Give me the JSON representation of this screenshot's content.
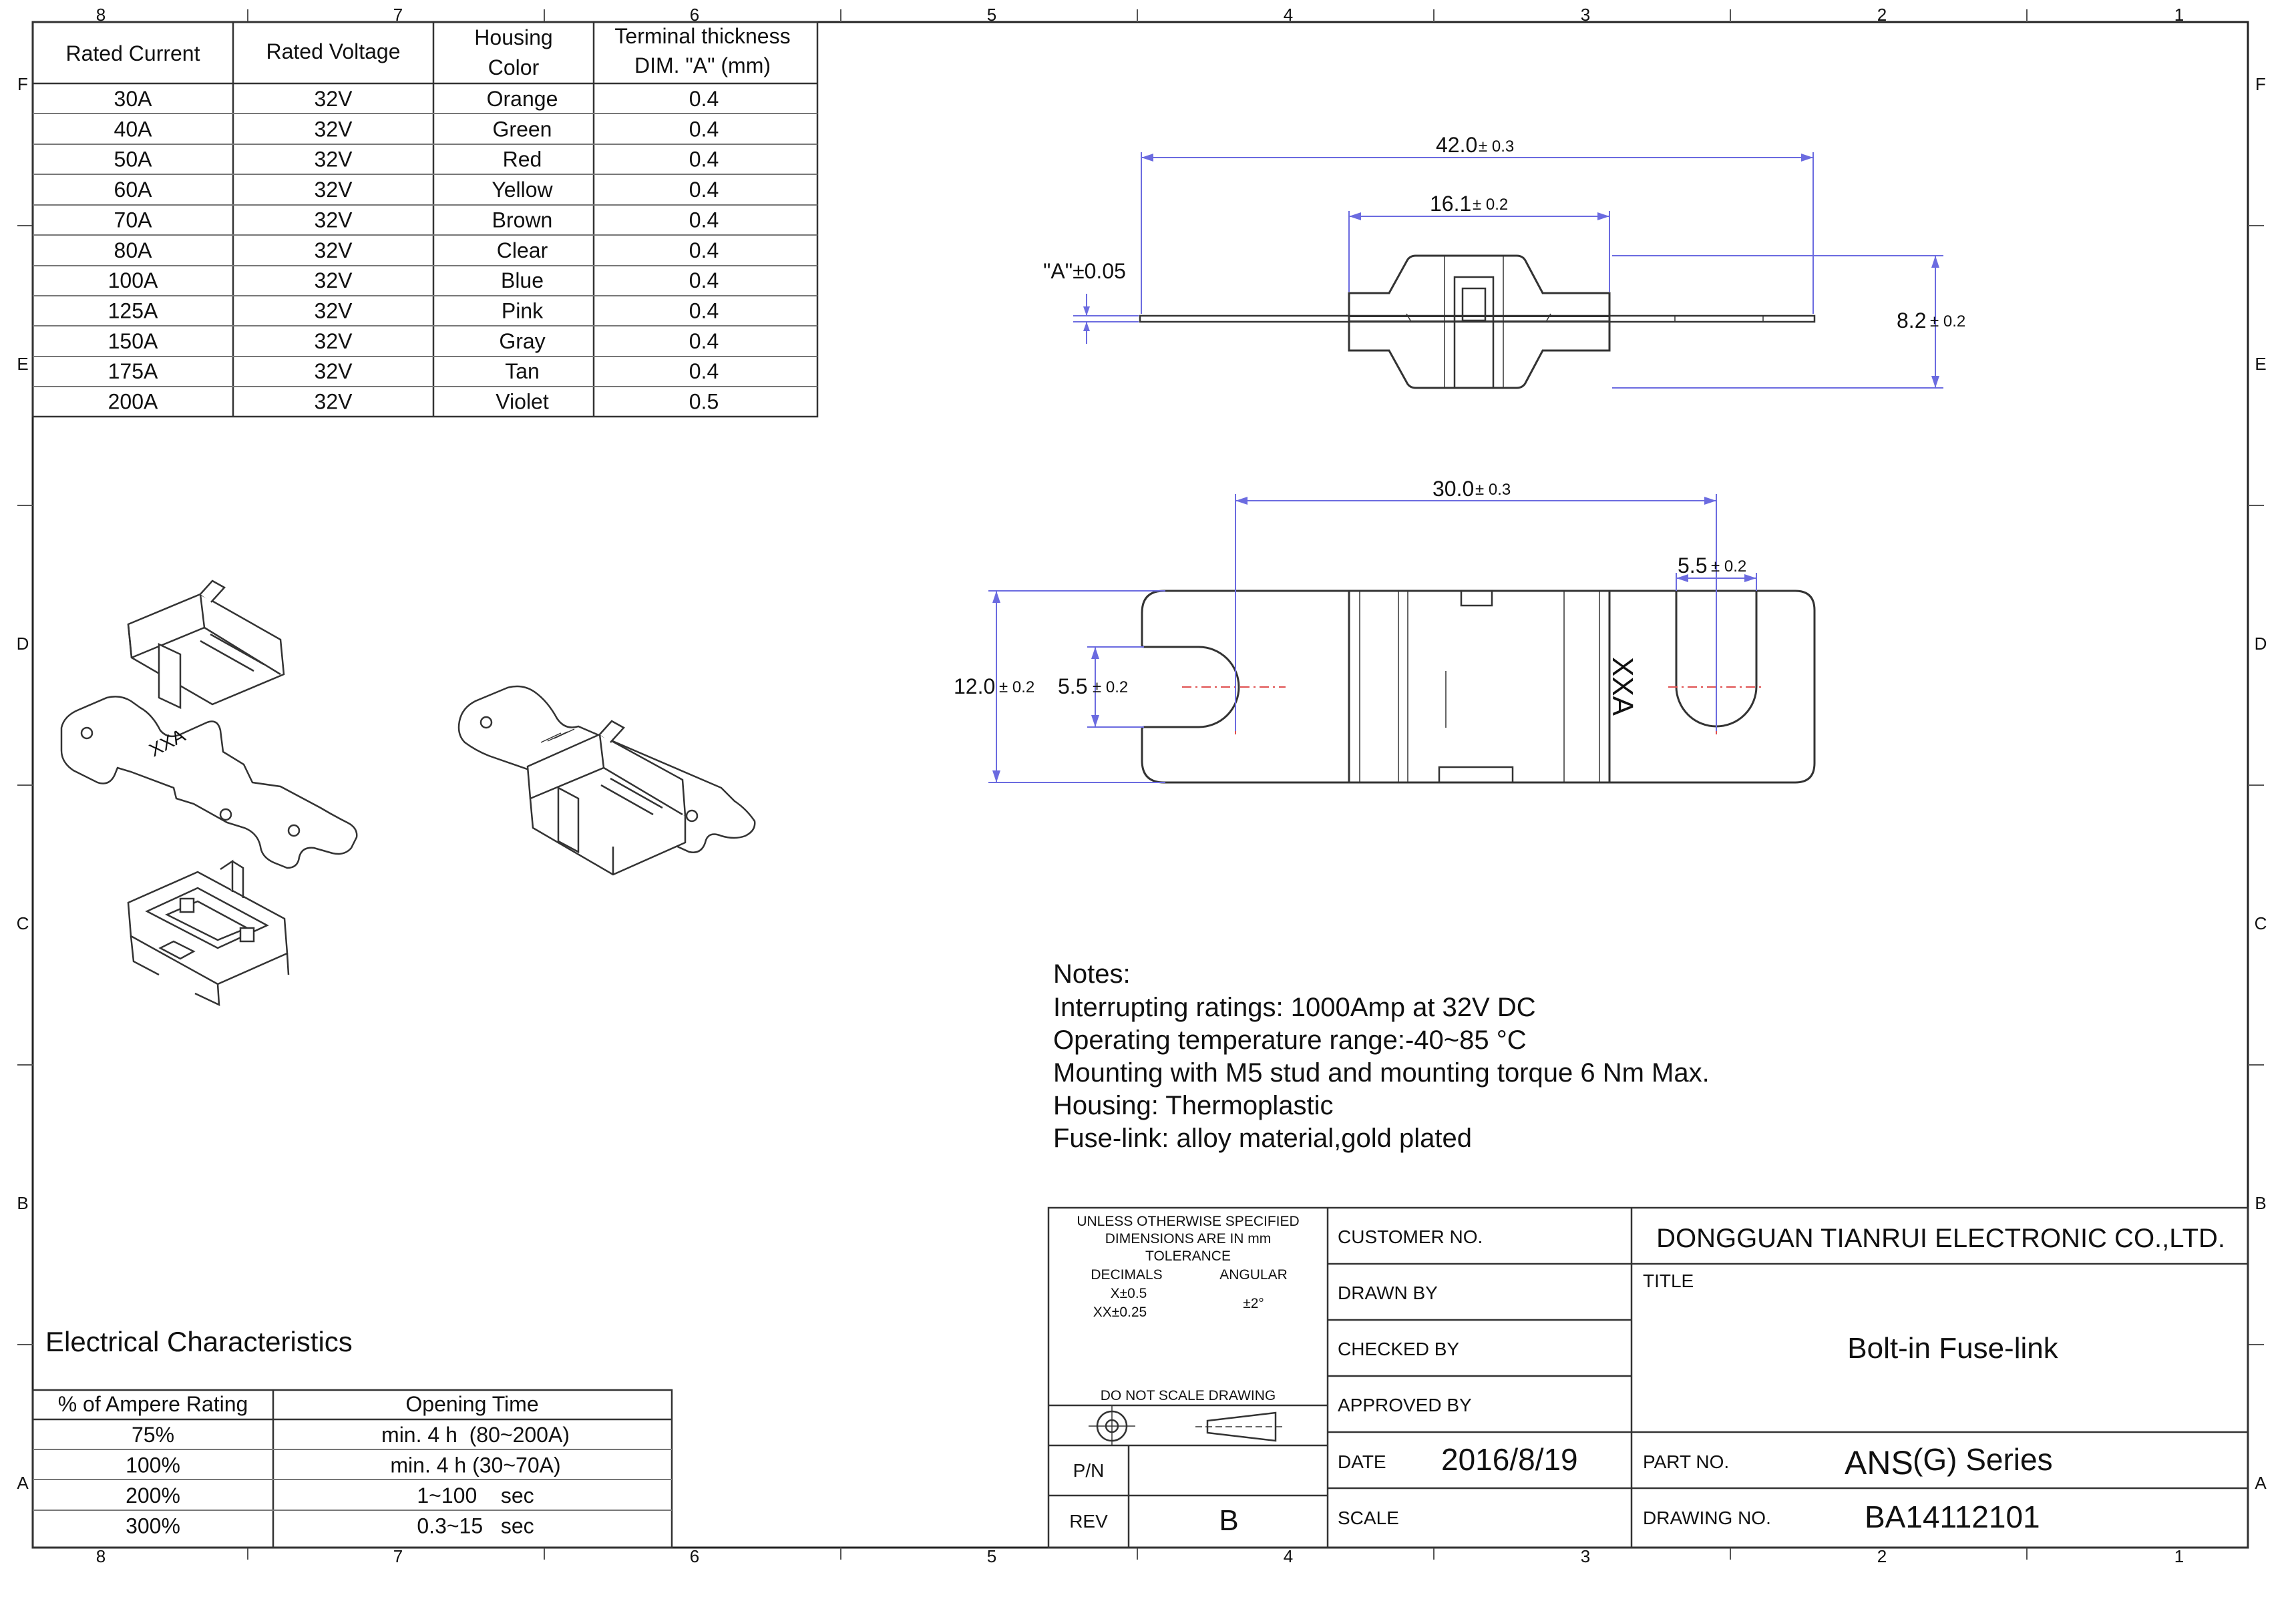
{
  "border": {
    "columns": [
      "8",
      "7",
      "6",
      "5",
      "4",
      "3",
      "2",
      "1"
    ],
    "rows": [
      "F",
      "E",
      "D",
      "C",
      "B",
      "A"
    ]
  },
  "rating_table": {
    "headers": {
      "current": "Rated Current",
      "voltage": "Rated Voltage",
      "color_l1": "Housing",
      "color_l2": "Color",
      "thick_l1": "Terminal thickness",
      "thick_l2": "DIM. \"A\" (mm)"
    },
    "rows": [
      [
        "30A",
        "32V",
        "Orange",
        "0.4"
      ],
      [
        "40A",
        "32V",
        "Green",
        "0.4"
      ],
      [
        "50A",
        "32V",
        "Red",
        "0.4"
      ],
      [
        "60A",
        "32V",
        "Yellow",
        "0.4"
      ],
      [
        "70A",
        "32V",
        "Brown",
        "0.4"
      ],
      [
        "80A",
        "32V",
        "Clear",
        "0.4"
      ],
      [
        "100A",
        "32V",
        "Blue",
        "0.4"
      ],
      [
        "125A",
        "32V",
        "Pink",
        "0.4"
      ],
      [
        "150A",
        "32V",
        "Gray",
        "0.4"
      ],
      [
        "175A",
        "32V",
        "Tan",
        "0.4"
      ],
      [
        "200A",
        "32V",
        "Violet",
        "0.5"
      ]
    ]
  },
  "dimensions": {
    "overall_length": "42.0",
    "overall_length_tol": "± 0.3",
    "housing_width": "16.1",
    "housing_width_tol": "± 0.2",
    "terminal_thickness": "\"A\"±0.05",
    "height": "8.2",
    "height_tol": "± 0.2",
    "hole_spacing": "30.0",
    "hole_spacing_tol": "± 0.3",
    "slot_width": "5.5",
    "slot_width_tol": "± 0.2",
    "body_width": "12.0",
    "body_width_tol": "± 0.2",
    "left_slot": "5.5",
    "left_slot_tol": "± 0.2"
  },
  "housing_mark": "XXA",
  "notes": {
    "heading": "Notes:",
    "lines": [
      "Interrupting ratings: 1000Amp at 32V DC",
      "Operating temperature range:-40~85 °C",
      "Mounting with M5 stud and mounting torque 6 Nm Max.",
      "Housing: Thermoplastic",
      "Fuse-link: alloy material,gold plated"
    ]
  },
  "electrical": {
    "title": "Electrical Characteristics",
    "headers": [
      "% of  Ampere Rating",
      "Opening Time"
    ],
    "rows": [
      [
        "75%",
        "min. 4 h  (80~200A)"
      ],
      [
        "100%",
        "min. 4 h (30~70A)"
      ],
      [
        "200%",
        "1~100    sec"
      ],
      [
        "300%",
        "0.3~15   sec"
      ]
    ]
  },
  "title_block": {
    "tolerance_l1": "UNLESS OTHERWISE SPECIFIED",
    "tolerance_l2": "DIMENSIONS ARE IN mm",
    "tolerance_l3": "TOLERANCE",
    "decimals": "DECIMALS",
    "angular": "ANGULAR",
    "x_tol": "X±0.5",
    "xx_tol": "XX±0.25",
    "angle_tol": "±2°",
    "do_not_scale": "DO NOT SCALE DRAWING",
    "pn_label": "P/N",
    "rev_label": "REV",
    "rev_value": "B",
    "customer_label": "CUSTOMER NO.",
    "drawn_label": "DRAWN BY",
    "checked_label": "CHECKED BY",
    "approved_label": "APPROVED BY",
    "date_label": "DATE",
    "date_value": "2016/8/19",
    "scale_label": "SCALE",
    "company": "DONGGUAN TIANRUI ELECTRONIC CO.,LTD.",
    "title_label": "TITLE",
    "title_value": "Bolt-in Fuse-link",
    "part_label": "PART NO.",
    "part_prefix": "ANS",
    "part_suffix": "(G) Series",
    "drawing_no_label": "DRAWING NO.",
    "drawing_no": "BA14112101"
  }
}
